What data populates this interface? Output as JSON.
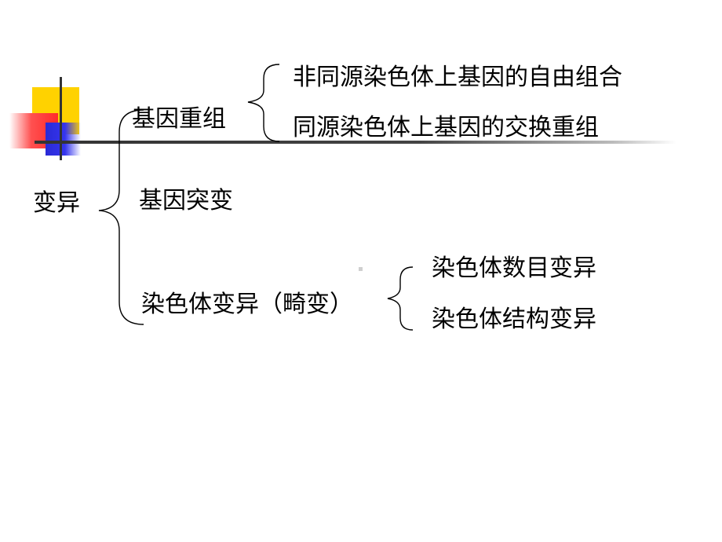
{
  "root": "变异",
  "branches": [
    {
      "label": "基因重组",
      "children": [
        "非同源染色体上基因的自由组合",
        "同源染色体上基因的交换重组"
      ]
    },
    {
      "label": "基因突变",
      "children": []
    },
    {
      "label": "染色体变异（畸变）",
      "children": [
        "染色体数目变异",
        "染色体结构变异"
      ]
    }
  ]
}
